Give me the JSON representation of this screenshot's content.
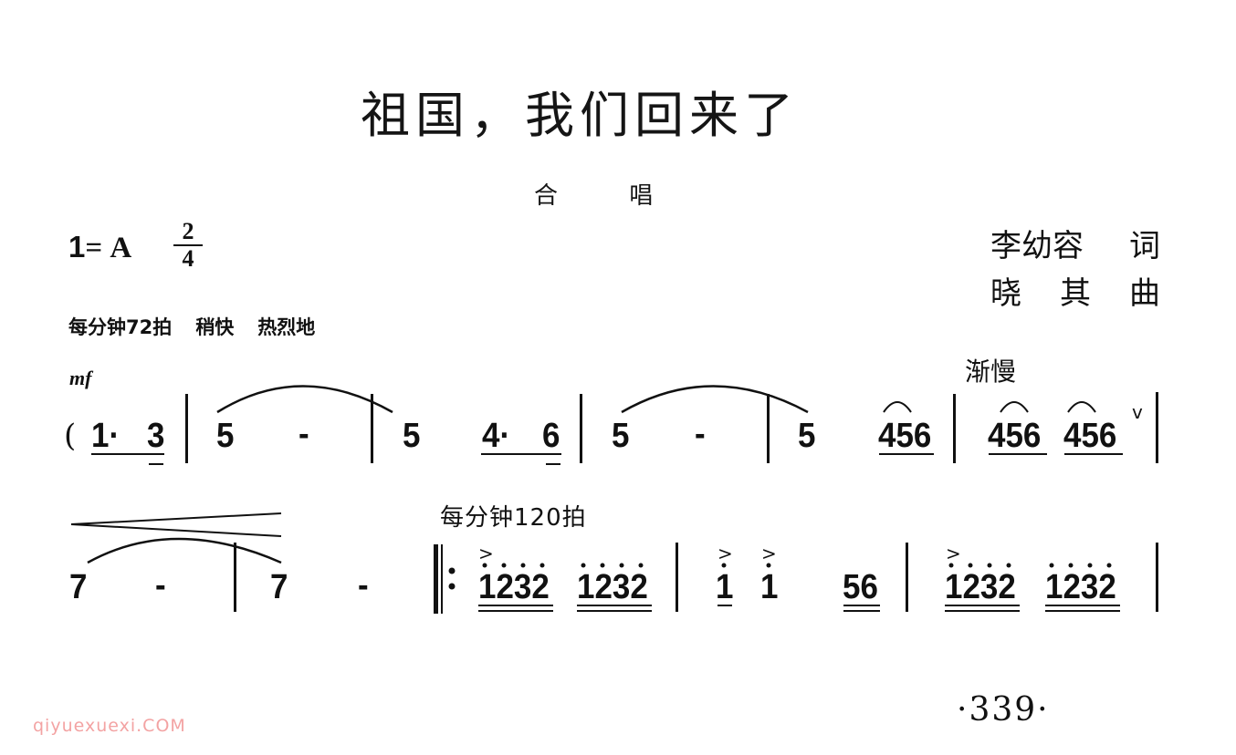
{
  "header": {
    "title": "祖国，我们回来了",
    "subtitle": [
      "合",
      "唱"
    ],
    "key": {
      "one": "1",
      "eq": "=",
      "note": "A"
    },
    "time_signature": {
      "numerator": "2",
      "denominator": "4"
    },
    "lyricist": {
      "name_chars": [
        "李幼容"
      ],
      "role": "词"
    },
    "composer": {
      "name_chars": [
        "晓",
        "其"
      ],
      "role": "曲"
    }
  },
  "tempo_markings": {
    "first": [
      "每分钟72拍",
      "稍快",
      "热烈地"
    ],
    "dynamic": "mf",
    "ritardando": "渐慢",
    "second": "每分钟120拍"
  },
  "score": {
    "line1": {
      "paren": "(",
      "notes": [
        "1·",
        "3",
        "5",
        "-",
        "5",
        "4·",
        "6",
        "5",
        "-",
        "5",
        "456",
        "456",
        "456"
      ],
      "breath_mark": "v"
    },
    "line2": {
      "notes": [
        "7",
        "-",
        "7",
        "-",
        "1232",
        "1232",
        "1",
        "1",
        "56",
        "1232",
        "1232"
      ],
      "repeat_start": "‖:",
      "accent": ">"
    }
  },
  "footer": {
    "page_number": "·339·",
    "watermark": "qiyuexuexi.COM"
  }
}
